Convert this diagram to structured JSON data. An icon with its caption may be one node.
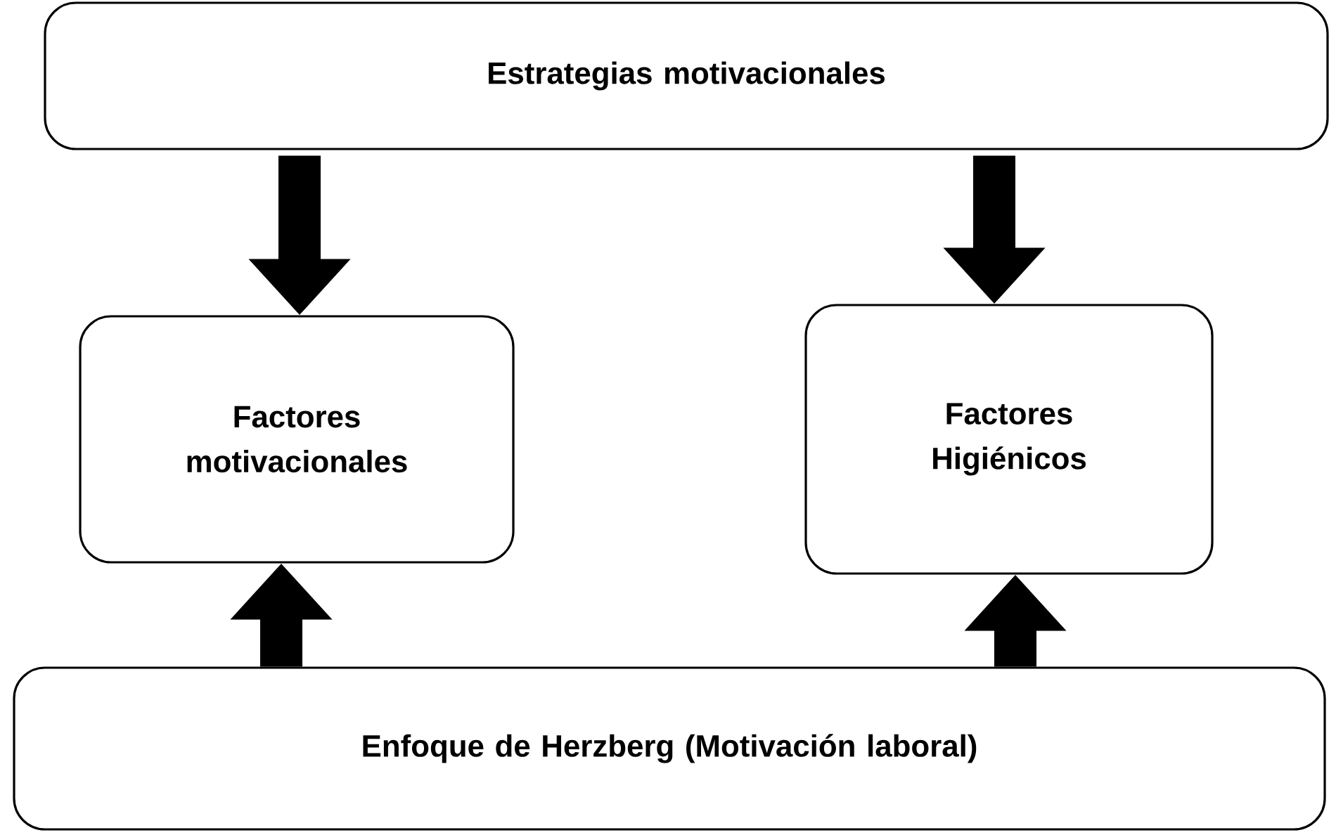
{
  "diagram": {
    "nodes": [
      {
        "text": [
          "Estrategias motivacionales"
        ]
      },
      {
        "text": [
          "Factores motivacionales"
        ]
      },
      {
        "text": [
          "Factores Higiénicos"
        ]
      },
      {
        "text": [
          "Enfoque de Herzberg (Motivación laboral)"
        ]
      }
    ],
    "edges": [
      {
        "from": 0,
        "to": 1,
        "arrow": "to"
      },
      {
        "from": 0,
        "to": 2,
        "arrow": "to"
      },
      {
        "from": 3,
        "to": 1,
        "arrow": "to"
      },
      {
        "from": 3,
        "to": 2,
        "arrow": "to"
      }
    ]
  }
}
